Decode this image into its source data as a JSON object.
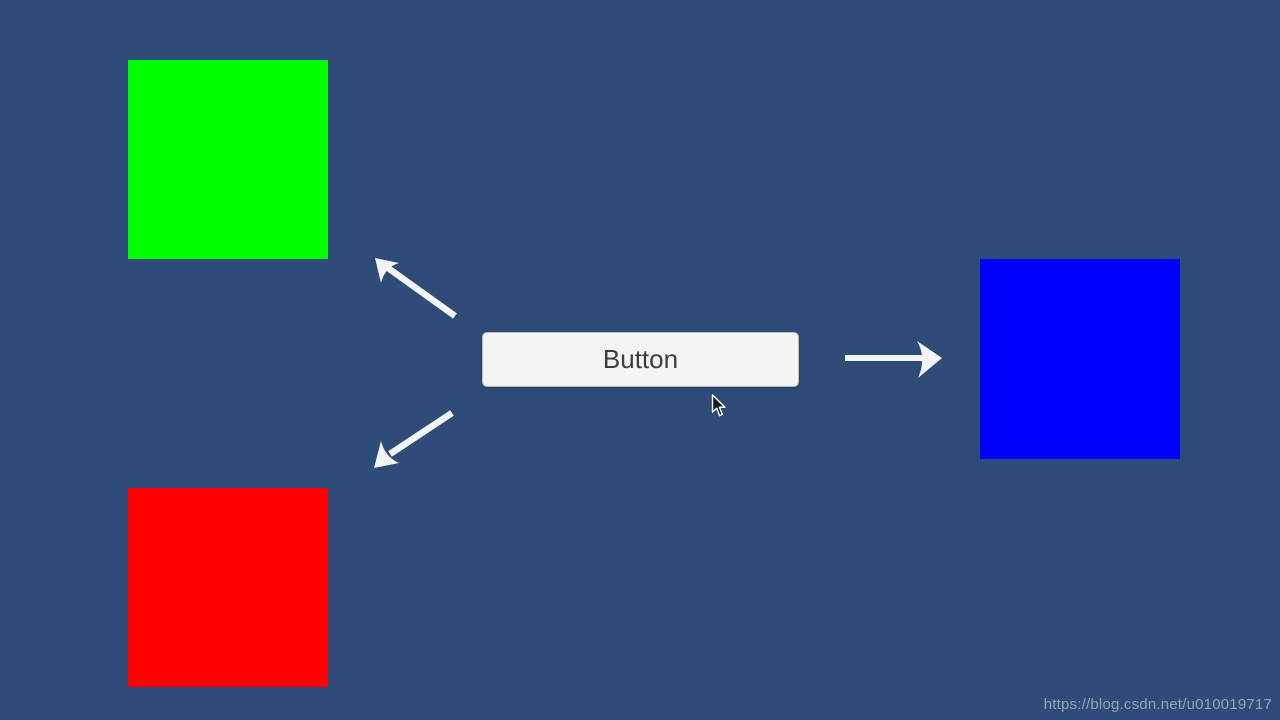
{
  "scene": {
    "background_color": "#2F4C78",
    "arrow_color": "#F3F6F8"
  },
  "button": {
    "label": "Button",
    "background_color": "#F4F4F4",
    "text_color": "#3D3D3D",
    "border_color": "#BDBDBD"
  },
  "squares": {
    "green": {
      "color": "#00FF00"
    },
    "red": {
      "color": "#FF0000"
    },
    "blue": {
      "color": "#0000FF"
    }
  },
  "icons": {
    "arrow_up_left": "arrow pointing to upper-left (toward green square)",
    "arrow_down_left": "arrow pointing to lower-left (toward red square)",
    "arrow_right": "arrow pointing right (toward blue square)",
    "mouse_cursor": "mouse pointer below button"
  },
  "watermark": {
    "text": "https://blog.csdn.net/u010019717",
    "color": "#92A3B9"
  }
}
